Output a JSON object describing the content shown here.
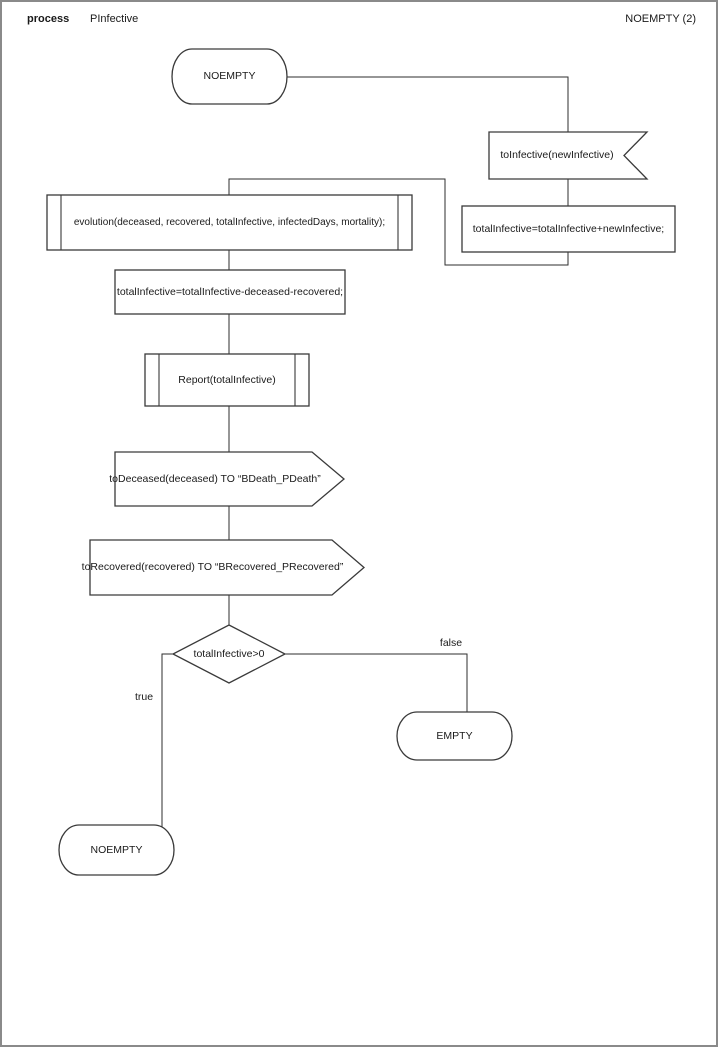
{
  "header": {
    "kind_label": "process",
    "process_name": "PInfective",
    "state_label": "NOEMPTY (2)"
  },
  "diagram": {
    "type": "sdl-process-flowchart",
    "start_state": "NOEMPTY",
    "input_signal": "toInfective(newInfective)",
    "task_add": "totalInfective=totalInfective+newInfective;",
    "proc_evolution": "evolution(deceased, recovered, totalInfective, infectedDays, mortality);",
    "task_subtract": "totalInfective=totalInfective-deceased-recovered;",
    "proc_report": "Report(totalInfective)",
    "output_deceased": "toDeceased(deceased) TO “BDeath_PDeath”",
    "output_recovered": "toRecovered(recovered) TO “BRecovered_PRecovered”",
    "decision": "totalInfective>0",
    "branch_true_label": "true",
    "branch_false_label": "false",
    "state_empty": "EMPTY",
    "state_noempty": "NOEMPTY"
  },
  "colors": {
    "line": "#2e2e2e",
    "shape_stroke": "#3a3a3a",
    "page_border": "#8a8a8a",
    "background": "#ffffff"
  }
}
